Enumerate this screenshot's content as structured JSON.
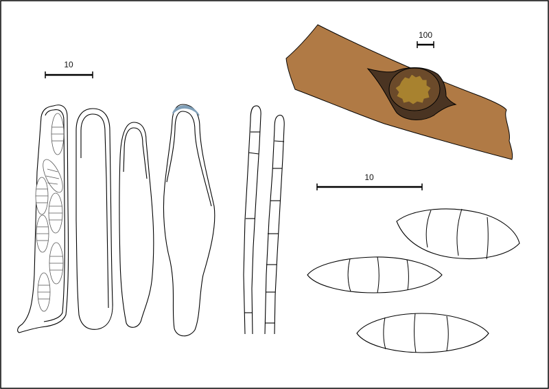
{
  "scale_bars": {
    "asci_label": "10",
    "ascoma_label": "100",
    "ascospores_label": "10"
  },
  "colors": {
    "bark": "#b07a45",
    "stroma": "#4a3422",
    "ascoma_wall": "#6b4a2a",
    "hymenium": "#a8822f",
    "apex_tint": "#7f9fb8"
  }
}
